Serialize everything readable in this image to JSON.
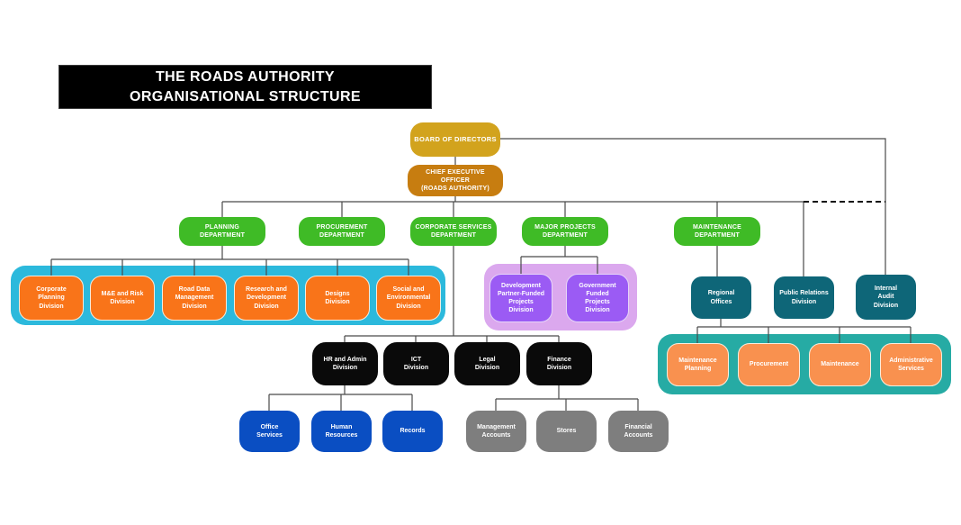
{
  "title": {
    "text": "THE ROADS AUTHORITY\nORGANISATIONAL STRUCTURE"
  },
  "board": {
    "label": "BOARD OF DIRECTORS"
  },
  "ceo": {
    "label": "CHIEF EXECUTIVE\nOFFICER\n(ROADS AUTHORITY)"
  },
  "departments": {
    "planning": {
      "label": "PLANNING\nDEPARTMENT",
      "divisions": [
        "Corporate\nPlanning\nDivision",
        "M&E and Risk\nDivision",
        "Road Data\nManagement\nDivision",
        "Research and\nDevelopment\nDivision",
        "Designs\nDivision",
        "Social and\nEnvironmental\nDivision"
      ]
    },
    "procurement": {
      "label": "PROCUREMENT\nDEPARTMENT"
    },
    "corporate_services": {
      "label": "CORPORATE SERVICES\nDEPARTMENT",
      "divisions": [
        "HR and Admin\nDivision",
        "ICT\nDivision",
        "Legal\nDivision",
        "Finance\nDivision"
      ]
    },
    "major_projects": {
      "label": "MAJOR PROJECTS\nDEPARTMENT",
      "divisions": [
        "Development\nPartner-Funded\nProjects\nDivision",
        "Government\nFunded\nProjects\nDivision"
      ]
    },
    "maintenance": {
      "label": "MAINTENANCE\nDEPARTMENT"
    }
  },
  "executive_offices": [
    "Regional\nOffices",
    "Public Relations\nDivision",
    "Internal\nAudit\nDivision"
  ],
  "regional_office_units": [
    "Maintenance\nPlanning",
    "Procurement",
    "Maintenance",
    "Administrative\nServices"
  ],
  "hr_units": [
    "Office\nServices",
    "Human\nResources",
    "Records"
  ],
  "finance_units": [
    "Management\nAccounts",
    "Stores",
    "Financial\nAccounts"
  ],
  "colors": {
    "title_bg": "#000000",
    "board_gold": "#d2a31d",
    "ceo_amber": "#c77d10",
    "department_green": "#3fbb26",
    "planning_strip_cyan": "#2cb9dc",
    "division_orange": "#f97419",
    "major_projects_strip_purple": "#dba8ee",
    "division_purple": "#9b5bf4",
    "executive_teal_dark": "#0e6678",
    "regional_strip_teal": "#26aba4",
    "division_light_orange": "#f9914f",
    "division_black": "#0a0a0a",
    "division_blue": "#0a4ec2",
    "division_gray": "#7e7e7e",
    "connector_gray": "#4a4a4a",
    "dashed_connector_black": "#141414"
  }
}
